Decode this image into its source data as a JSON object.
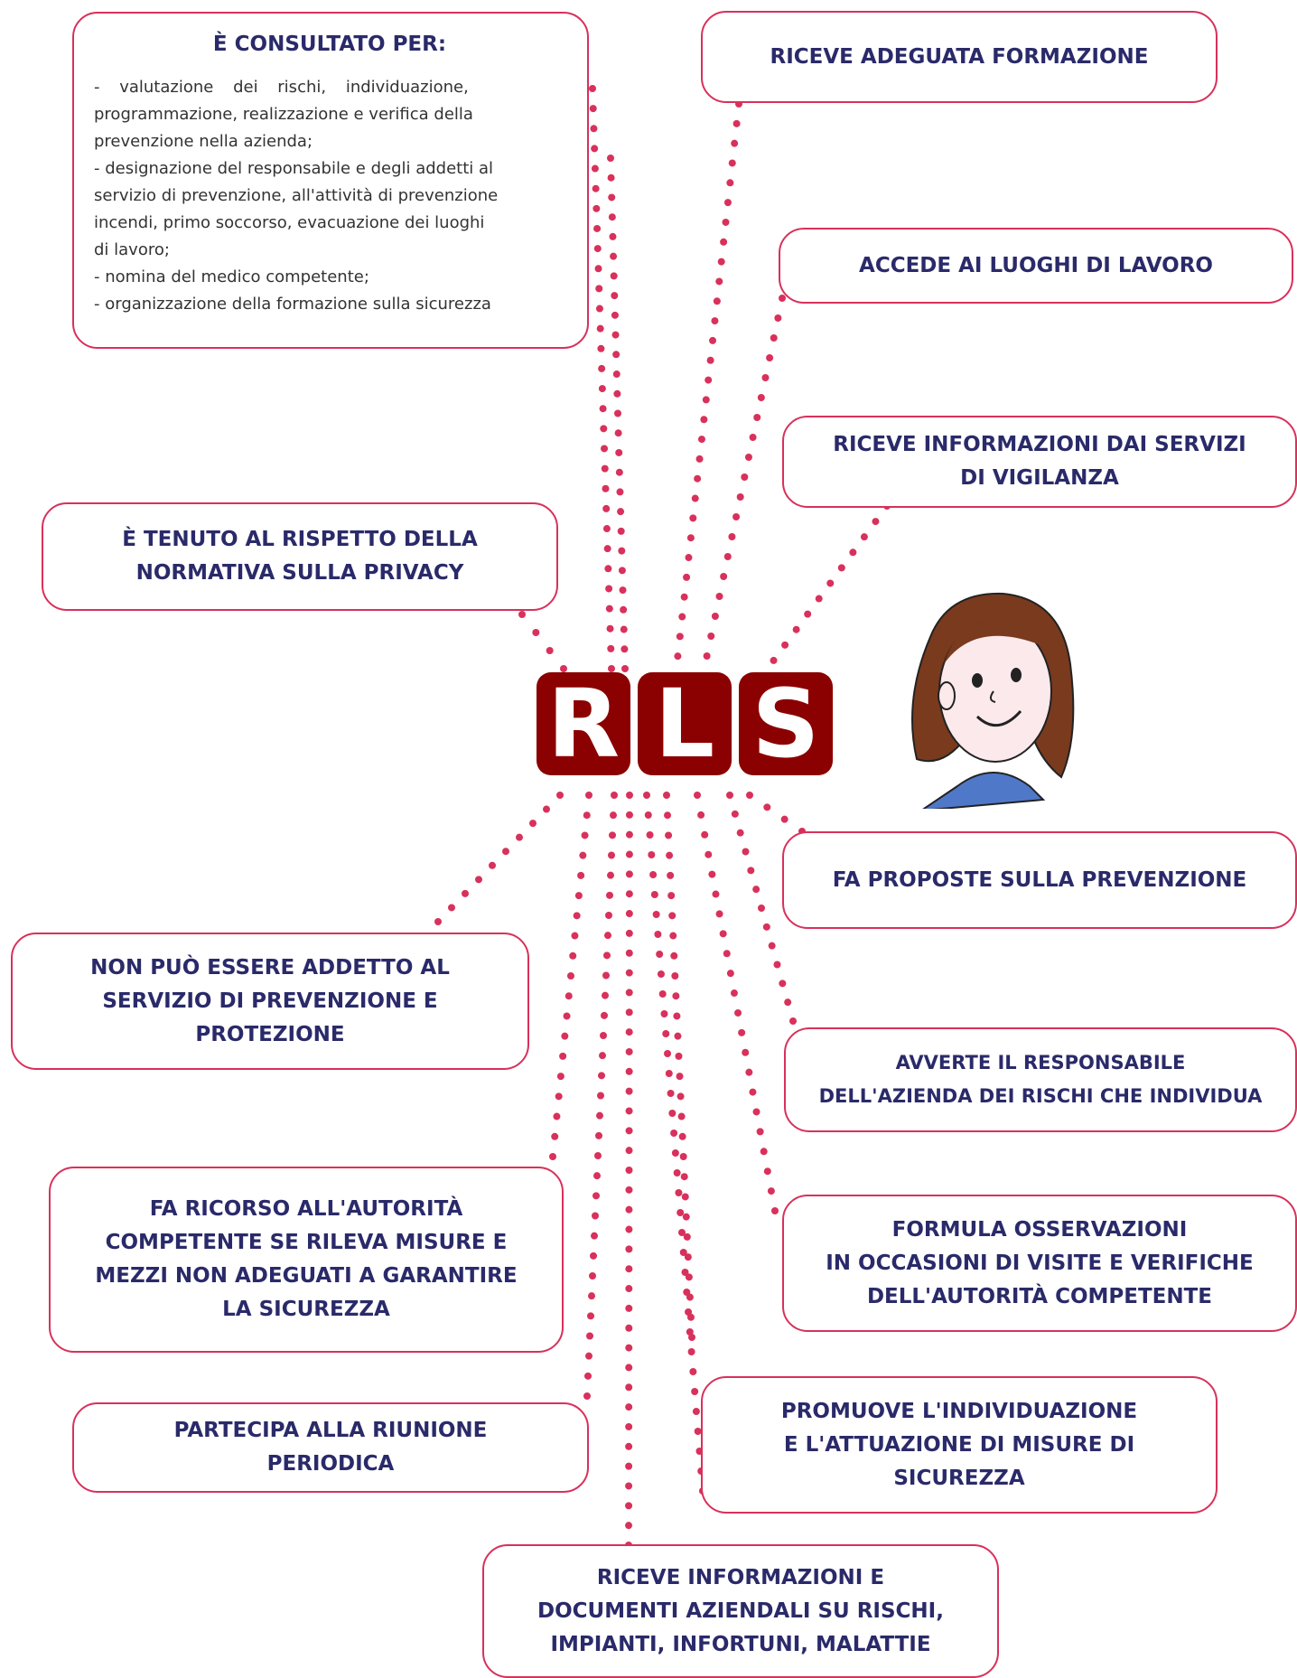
{
  "center_label": [
    "R",
    "L",
    "S"
  ],
  "consultato": {
    "title": "È CONSULTATO PER:",
    "lines": [
      "- valutazione dei rischi, individuazione,",
      "programmazione, realizzazione e verifica della",
      "prevenzione nella azienda;",
      "- designazione del responsabile e degli addetti al",
      "servizio di prevenzione, all'attività di prevenzione",
      "incendi, primo soccorso, evacuazione dei luoghi",
      "di lavoro;",
      "- nomina del medico competente;",
      "- organizzazione della formazione sulla sicurezza"
    ]
  },
  "boxes": {
    "privacy": [
      "È TENUTO AL RISPETTO DELLA",
      "NORMATIVA SULLA PRIVACY"
    ],
    "non_puo": [
      "NON PUÒ ESSERE ADDETTO AL",
      "SERVIZIO DI PREVENZIONE E",
      "PROTEZIONE"
    ],
    "ricorso": [
      "FA RICORSO ALL'AUTORITÀ",
      "COMPETENTE SE RILEVA MISURE  E",
      "MEZZI NON ADEGUATI A GARANTIRE",
      "LA SICUREZZA"
    ],
    "riunione": [
      "PARTECIPA ALLA RIUNIONE",
      "PERIODICA"
    ],
    "documenti": [
      "RICEVE INFORMAZIONI E",
      "DOCUMENTI AZIENDALI  SU RISCHI,",
      "IMPIANTI, INFORTUNI, MALATTIE"
    ],
    "formazione": [
      "RICEVE ADEGUATA FORMAZIONE"
    ],
    "luoghi": [
      "ACCEDE AI LUOGHI DI LAVORO"
    ],
    "vigilanza": [
      "RICEVE INFORMAZIONI  DAI SERVIZI",
      "DI VIGILANZA"
    ],
    "proposte": [
      "FA PROPOSTE SULLA PREVENZIONE"
    ],
    "avverte": [
      "AVVERTE IL RESPONSABILE",
      "DELL'AZIENDA DEI RISCHI CHE INDIVIDUA"
    ],
    "osservazioni": [
      "FORMULA OSSERVAZIONI",
      "IN OCCASIONI DI VISITE E VERIFICHE",
      "DELL'AUTORITÀ COMPETENTE"
    ],
    "promuove": [
      "PROMUOVE L'INDIVIDUAZIONE",
      "E L'ATTUAZIONE DI MISURE DI",
      "SICUREZZA"
    ]
  },
  "colors": {
    "border": "#d8315b",
    "dots": "#d8315b",
    "text": "#2a2a6a",
    "tile": "#8b0000"
  }
}
